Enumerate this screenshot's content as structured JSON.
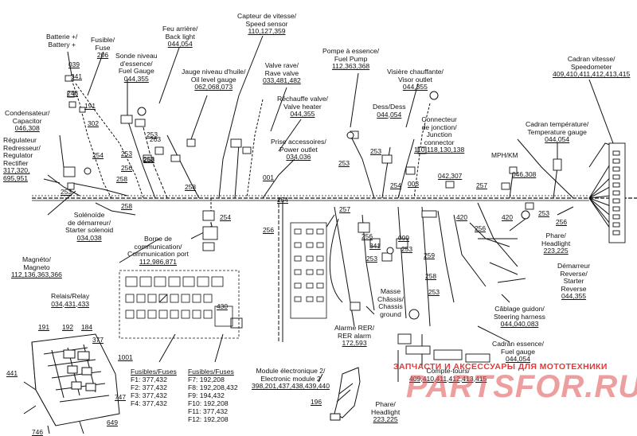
{
  "doc_id": "m30613a",
  "watermark": {
    "line1": "ЗАПЧАСТИ И АКСЕССУАРЫ ДЛЯ МОТОТЕХНИКИ",
    "line2": "PARTSFOR.RU"
  },
  "components": {
    "battery": {
      "fr": "Batterie +/",
      "en": "Battery +"
    },
    "fusible": {
      "fr": "Fusible/",
      "en": "Fuse",
      "pn": "206"
    },
    "fuel_gauge_sender": {
      "l1": "Sonde niveau",
      "l2": "d'essence/",
      "l3": "Fuel Gauge",
      "pn": "044,355"
    },
    "back_light": {
      "fr": "Feu arrière/",
      "en": "Back light",
      "pn": "044,054"
    },
    "oil_gauge": {
      "fr": "Jauge niveau d'huile/",
      "en": "Oil level gauge",
      "pn": "062,068,073"
    },
    "speed_sensor": {
      "fr": "Capteur de vitesse/",
      "en": "Speed sensor",
      "pn": "110,127,359"
    },
    "rave_valve": {
      "fr": "Valve rave/",
      "en": "Rave valve",
      "pn": "033,481,482"
    },
    "valve_heater": {
      "fr": "Réchauffe valve/",
      "en": "Valve heater",
      "pn": "044,355"
    },
    "power_outlet": {
      "fr": "Prise accessoires/",
      "en": "Power outlet",
      "pn": "034,036"
    },
    "fuel_pump": {
      "fr": "Pompe à essence/",
      "en": "Fuel Pump",
      "pn": "112,363,368"
    },
    "visor_outlet": {
      "fr": "Visière chauffante/",
      "en": "Visor outlet",
      "pn": "044,355"
    },
    "dess": {
      "fr": "Dess/Dess",
      "pn": "044,054"
    },
    "junction": {
      "l1": "Connecteur",
      "l2": "de jonction/",
      "l3": "Junction",
      "l4": "connector",
      "pn": "110,118,130,138"
    },
    "speedometer": {
      "fr": "Cadran vitesse/",
      "en": "Speedometer",
      "pn": "409,410,411,412,413,415"
    },
    "temp_gauge": {
      "fr": "Cadran température/",
      "en": "Temperature gauge",
      "pn": "044,054"
    },
    "mph_km": {
      "label": "MPH/KM"
    },
    "capacitor": {
      "fr": "Condensateur/",
      "en": "Capacitor",
      "pn": "046,308"
    },
    "regulator": {
      "l1": "Régulateur",
      "l2": "Redresseur/",
      "l3": "Regulator",
      "l4": "Rectifier",
      "pn1": "317,320,",
      "pn2": "695,951"
    },
    "starter_solenoid": {
      "l1": "Solénoïde",
      "l2": "de démarreur/",
      "l3": "Starter solenoid",
      "pn": "034,038"
    },
    "comm_port": {
      "l1": "Borne de",
      "l2": "communication/",
      "l3": "Communication port",
      "pn": "112,986,871"
    },
    "magneto": {
      "fr": "Magnéto/",
      "en": "Magneto",
      "pn": "112,136,363,366"
    },
    "relay": {
      "fr": "Relais/Relay",
      "pn": "034,431,433"
    },
    "headlight_r": {
      "fr": "Phare/",
      "en": "Headlight",
      "pn": "223,225"
    },
    "reverse": {
      "l1": "Démarreur",
      "l2": "Reverse/",
      "l3": "Starter",
      "l4": "Reverse",
      "pn": "044,355"
    },
    "steering_harness": {
      "fr": "Câblage guidon/",
      "en": "Steering harness",
      "pn": "044,040,083"
    },
    "fuel_gauge": {
      "fr": "Cadran essence/",
      "en": "Fuel gauge",
      "pn": "044,054"
    },
    "tachometer": {
      "fr": "Compte-tours/",
      "en": "Tachometer",
      "pn": "409,410,411,412,413,415"
    },
    "headlight_b": {
      "fr": "Phare/",
      "en": "Headlight",
      "pn": "223,225"
    },
    "ground": {
      "l1": "Masse",
      "l2": "Châssis/",
      "l3": "Chassis",
      "l4": "ground"
    },
    "rer_alarm": {
      "fr": "Alarme RER/",
      "en": "RER alarm",
      "pn": "172,593"
    },
    "module2": {
      "fr": "Module électronique 2/",
      "en": "Electronic module 2",
      "pn": "398,201,437,438,439,440"
    }
  },
  "fuses_left": {
    "title": "Fusibles/Fuses",
    "items": [
      "F1: 377,432",
      "F2: 377,432",
      "F3: 377,432",
      "F4: 377,432"
    ]
  },
  "fuses_right": {
    "title": "Fusibles/Fuses",
    "items": [
      "F7: 192,208",
      "F8: 192,208,432",
      "F9: 194,432",
      "F10: 192,208",
      "F11: 377,432",
      "F12: 192,208"
    ]
  },
  "callouts": {
    "c039": "039",
    "c341a": "341",
    "c248": "248",
    "c191a": "191",
    "c302": "302",
    "c254a": "254",
    "c253a": "253",
    "c256a": "256",
    "c258a": "258",
    "c253b": "253",
    "c253c": "253",
    "c258b": "258",
    "c254b": "254",
    "c257a": "257",
    "c256b": "256",
    "c258c": "258",
    "c253d": "253",
    "c253e": "253",
    "c254c": "254",
    "c003": "003",
    "c042": "042,307",
    "c046": "046,308",
    "c257b": "257",
    "c420a": "420",
    "c420b": "420",
    "c253f": "253",
    "c256c": "256",
    "c256d": "256",
    "c257c": "257",
    "c256e": "256",
    "c099": "099",
    "c341b": "341",
    "c253g": "253",
    "c259": "259",
    "c253h": "253",
    "c258d": "258",
    "c253i": "253",
    "c001": "001",
    "c430": "430",
    "c191b": "191",
    "c192": "192",
    "c184": "184",
    "c377": "377",
    "c1001": "1001",
    "c441": "441",
    "c747": "747",
    "c649": "649",
    "c746": "746",
    "c196": "196",
    "c254d": "254"
  },
  "plain_callouts": {
    "p253": "253",
    "p263": "263"
  }
}
